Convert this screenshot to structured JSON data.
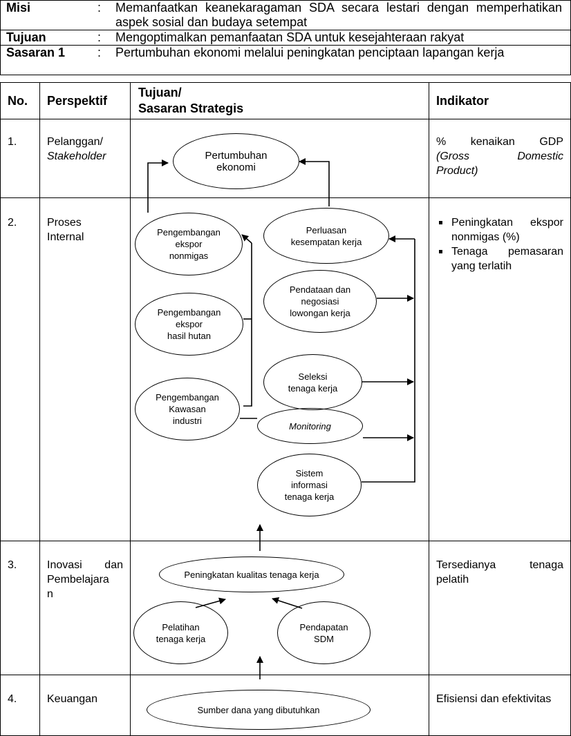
{
  "header": {
    "misi_label": "Misi",
    "misi_text": "Memanfaatkan keanekaragaman SDA secara lestari dengan memperhatikan aspek sosial dan budaya setempat",
    "tujuan_label": "Tujuan",
    "tujuan_text": "Mengoptimalkan pemanfaatan SDA untuk kesejahteraan rakyat",
    "sasaran_label": "Sasaran 1",
    "sasaran_text": "Pertumbuhan ekonomi melalui peningkatan penciptaan lapangan kerja",
    "colon": ":"
  },
  "columns": {
    "no": "No.",
    "perspektif": "Perspektif",
    "tujuan_line1": "Tujuan/",
    "tujuan_line2": "Sasaran Strategis",
    "indikator": "Indikator"
  },
  "rows": [
    {
      "no": "1.",
      "perspektif_a": "Pelanggan/",
      "perspektif_b": "Stakeholder",
      "indikator_l1": "% kenaikan GDP",
      "indikator_l2": "(Gross Domestic",
      "indikator_l3": "Product)"
    },
    {
      "no": "2.",
      "perspektif_a": "Proses",
      "perspektif_b": "Internal",
      "bullets": [
        "Peningkatan ekspor nonmigas (%)",
        "Tenaga pemasaran yang terlatih"
      ]
    },
    {
      "no": "3.",
      "perspektif_a": "Inovasi dan Pembelajara",
      "perspektif_b": "n",
      "indikator": "Tersedianya tenaga pelatih"
    },
    {
      "no": "4.",
      "perspektif_a": "Keuangan",
      "indikator": "Efisiensi dan efektivitas"
    }
  ],
  "diagram": {
    "pertumbuhan": "Pertumbuhan\nekonomi",
    "ekspor_nonmigas": "Pengembangan\nekspor\nnonmigas",
    "perluasan": "Perluasan\nkesempatan kerja",
    "pendataan": "Pendataan dan\nnegosiasi\nlowongan kerja",
    "ekspor_hutan": "Pengembangan\nekspor\nhasil hutan",
    "seleksi": "Seleksi\ntenaga kerja",
    "kawasan": "Pengembangan\nKawasan\nindustri",
    "monitoring": "Monitoring",
    "sistem": "Sistem\ninformasi\ntenaga kerja",
    "peningkatan": "Peningkatan kualitas tenaga kerja",
    "pelatihan": "Pelatihan\ntenaga kerja",
    "pendapatan": "Pendapatan\nSDM",
    "sumber": "Sumber dana yang dibutuhkan"
  }
}
